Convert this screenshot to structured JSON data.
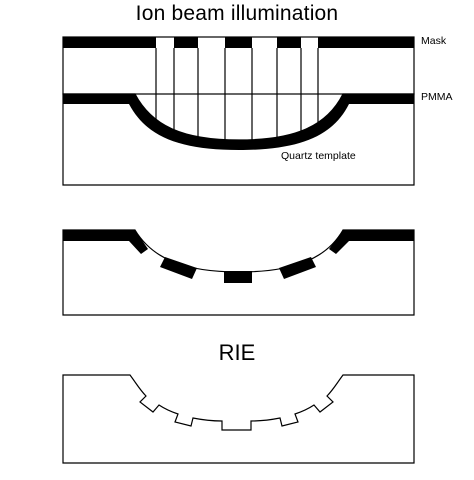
{
  "diagram": {
    "title": "Ion beam illumination",
    "step3_title": "RIE",
    "labels": {
      "mask": "Mask",
      "pmma": "PMMA",
      "quartz": "Quartz template"
    }
  },
  "colors": {
    "ink": "#000000",
    "background": "#ffffff"
  }
}
